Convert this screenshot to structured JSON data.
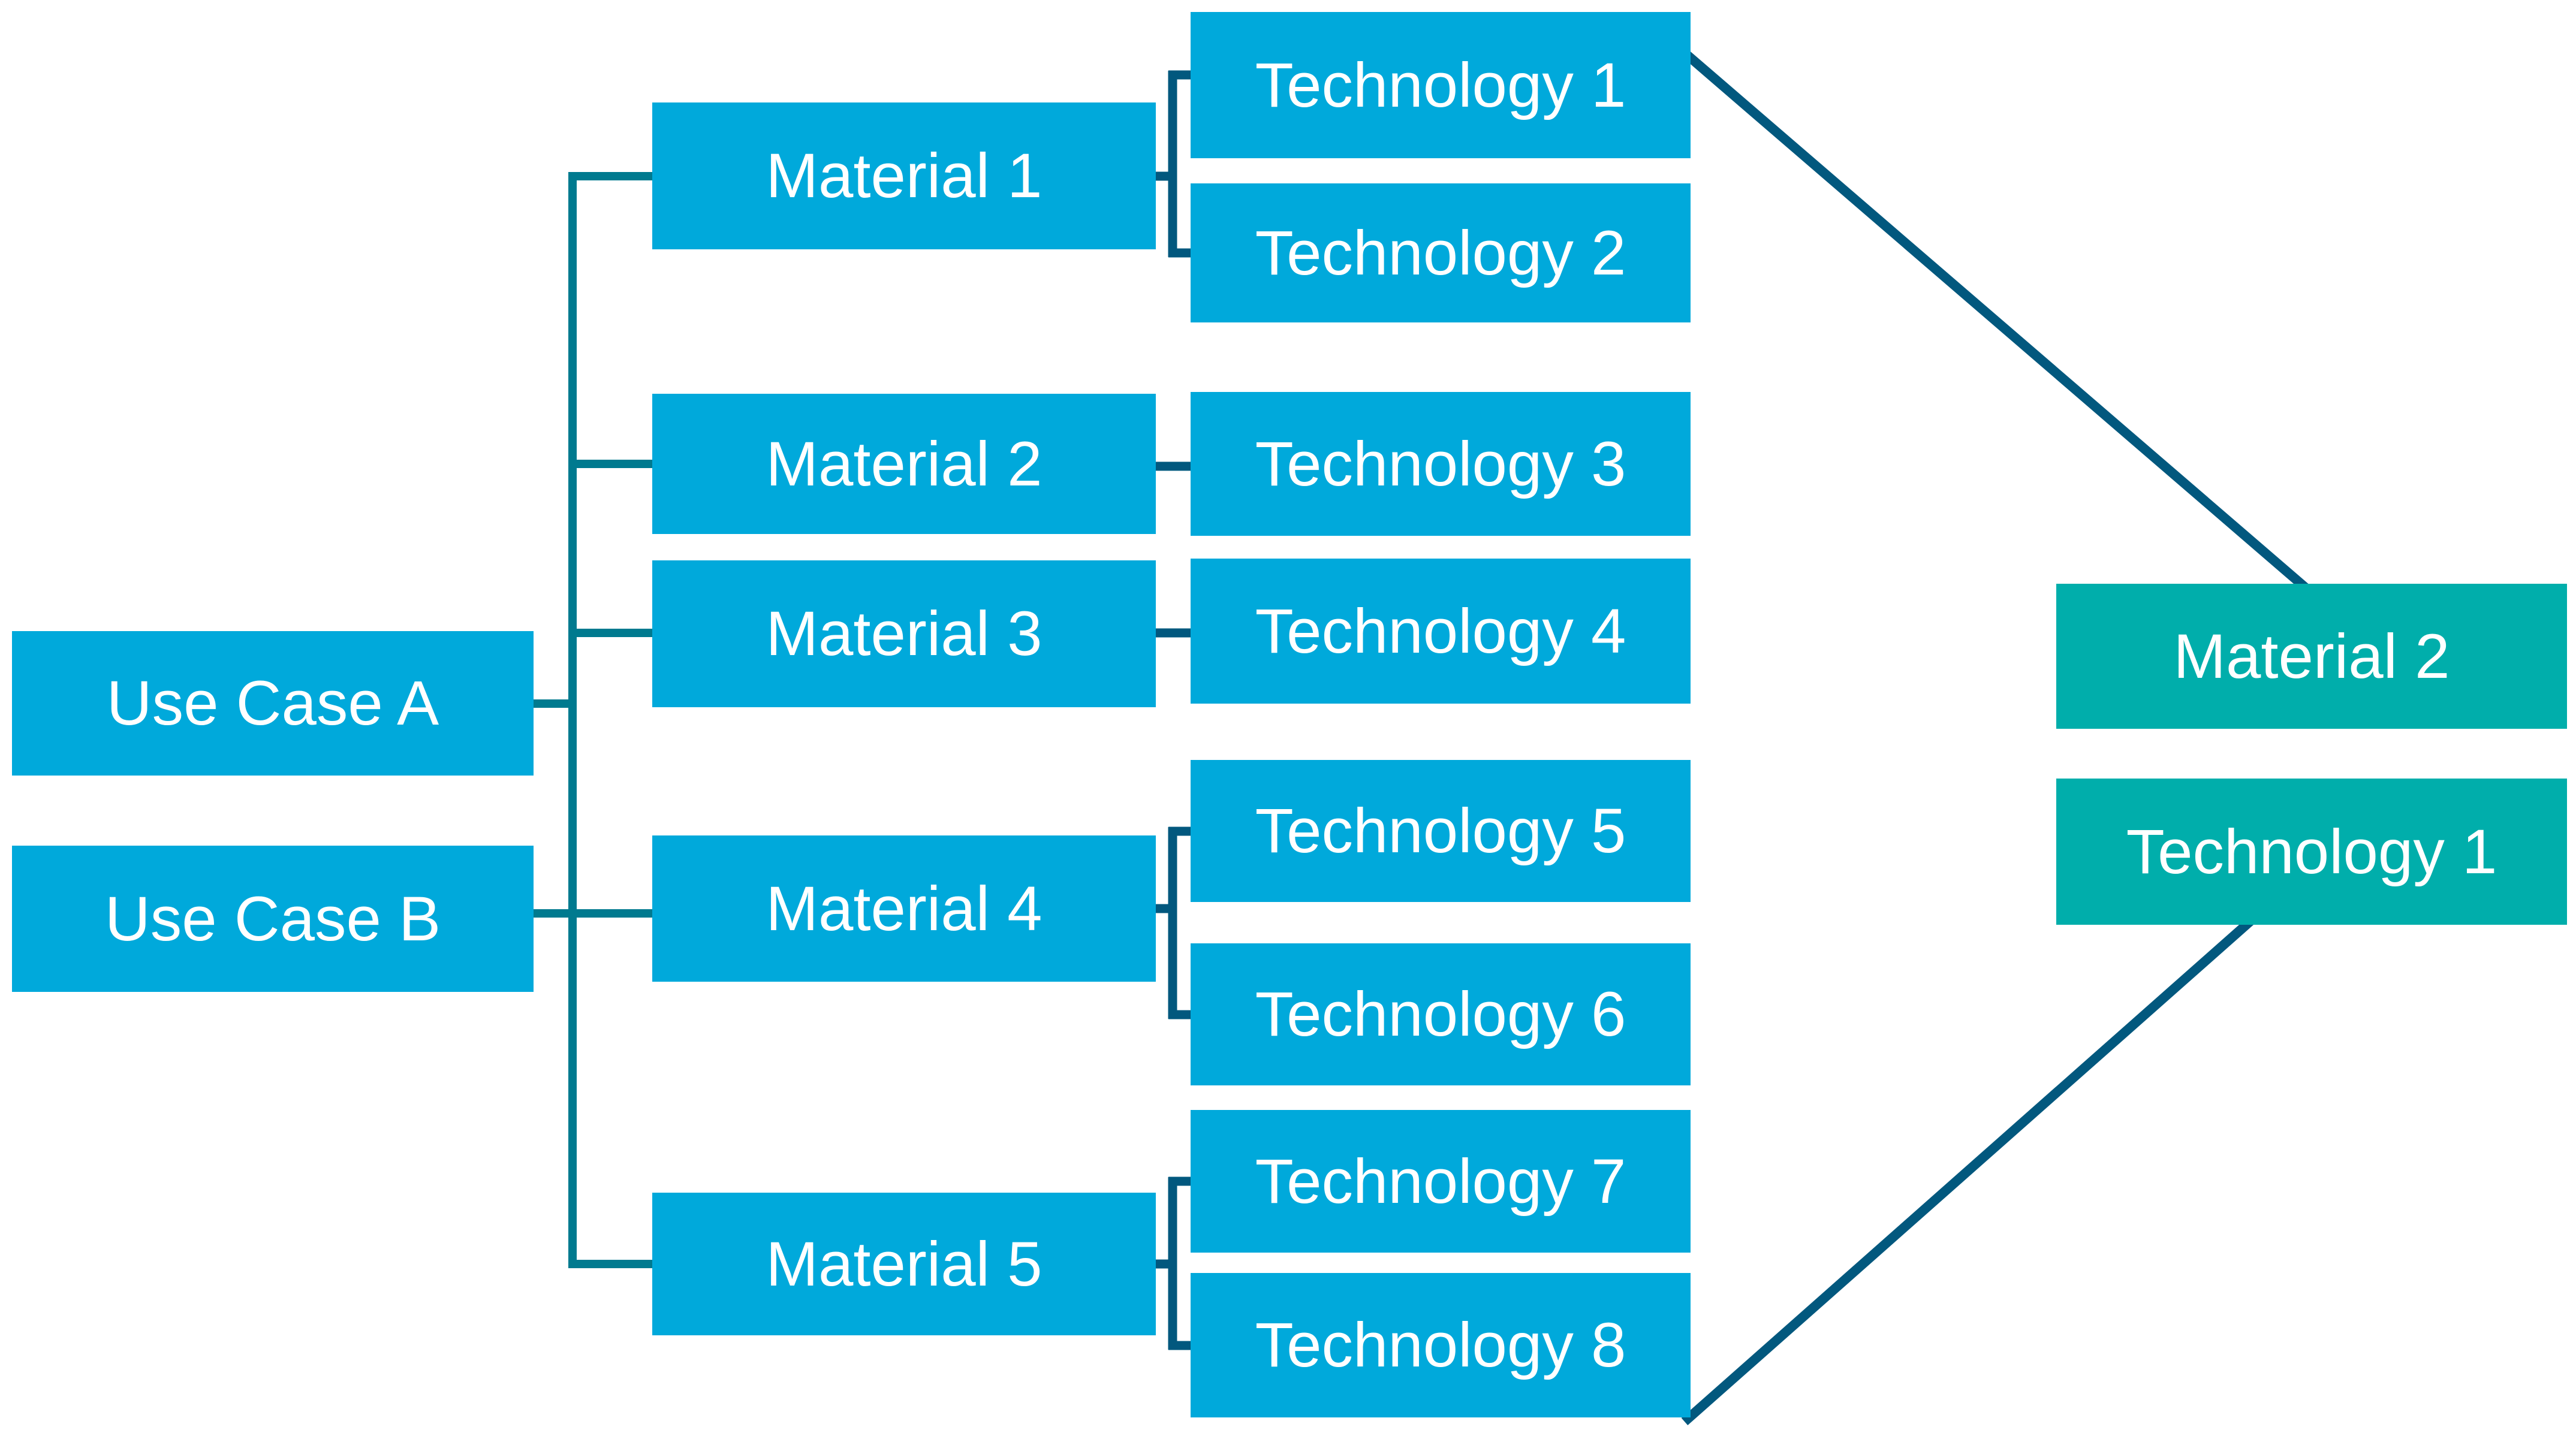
{
  "colors": {
    "box_cyan": "#00A9DB",
    "box_teal": "#00AEAB",
    "line_teal": "#007A8F",
    "line_blue": "#02587E",
    "text": "#FFFFFF",
    "background": "#FFFFFF"
  },
  "nodes": {
    "use_case_a": {
      "label": "Use Case A"
    },
    "use_case_b": {
      "label": "Use Case B"
    },
    "material_1": {
      "label": "Material 1"
    },
    "material_2": {
      "label": "Material 2"
    },
    "material_3": {
      "label": "Material 3"
    },
    "material_4": {
      "label": "Material 4"
    },
    "material_5": {
      "label": "Material 5"
    },
    "technology_1": {
      "label": "Technology 1"
    },
    "technology_2": {
      "label": "Technology 2"
    },
    "technology_3": {
      "label": "Technology 3"
    },
    "technology_4": {
      "label": "Technology 4"
    },
    "technology_5": {
      "label": "Technology 5"
    },
    "technology_6": {
      "label": "Technology 6"
    },
    "technology_7": {
      "label": "Technology 7"
    },
    "technology_8": {
      "label": "Technology 8"
    },
    "right_material_2": {
      "label": "Material 2"
    },
    "right_technology_1": {
      "label": "Technology 1"
    }
  },
  "edges": [
    {
      "from": "Use Case A",
      "to": [
        "Material 1",
        "Material 2",
        "Material 3",
        "Material 4",
        "Material 5"
      ]
    },
    {
      "from": "Use Case B",
      "to": [
        "Material 1",
        "Material 2",
        "Material 3",
        "Material 4",
        "Material 5"
      ]
    },
    {
      "from": "Material 1",
      "to": [
        "Technology 1",
        "Technology 2"
      ]
    },
    {
      "from": "Material 2",
      "to": [
        "Technology 3"
      ]
    },
    {
      "from": "Material 3",
      "to": [
        "Technology 4"
      ]
    },
    {
      "from": "Material 4",
      "to": [
        "Technology 5",
        "Technology 6"
      ]
    },
    {
      "from": "Material 5",
      "to": [
        "Technology 7",
        "Technology 8"
      ]
    },
    {
      "from": "Technology 1",
      "to": [
        "Material 2 (right)"
      ]
    },
    {
      "from": "Technology 8",
      "to": [
        "Technology 1 (right)"
      ]
    }
  ]
}
